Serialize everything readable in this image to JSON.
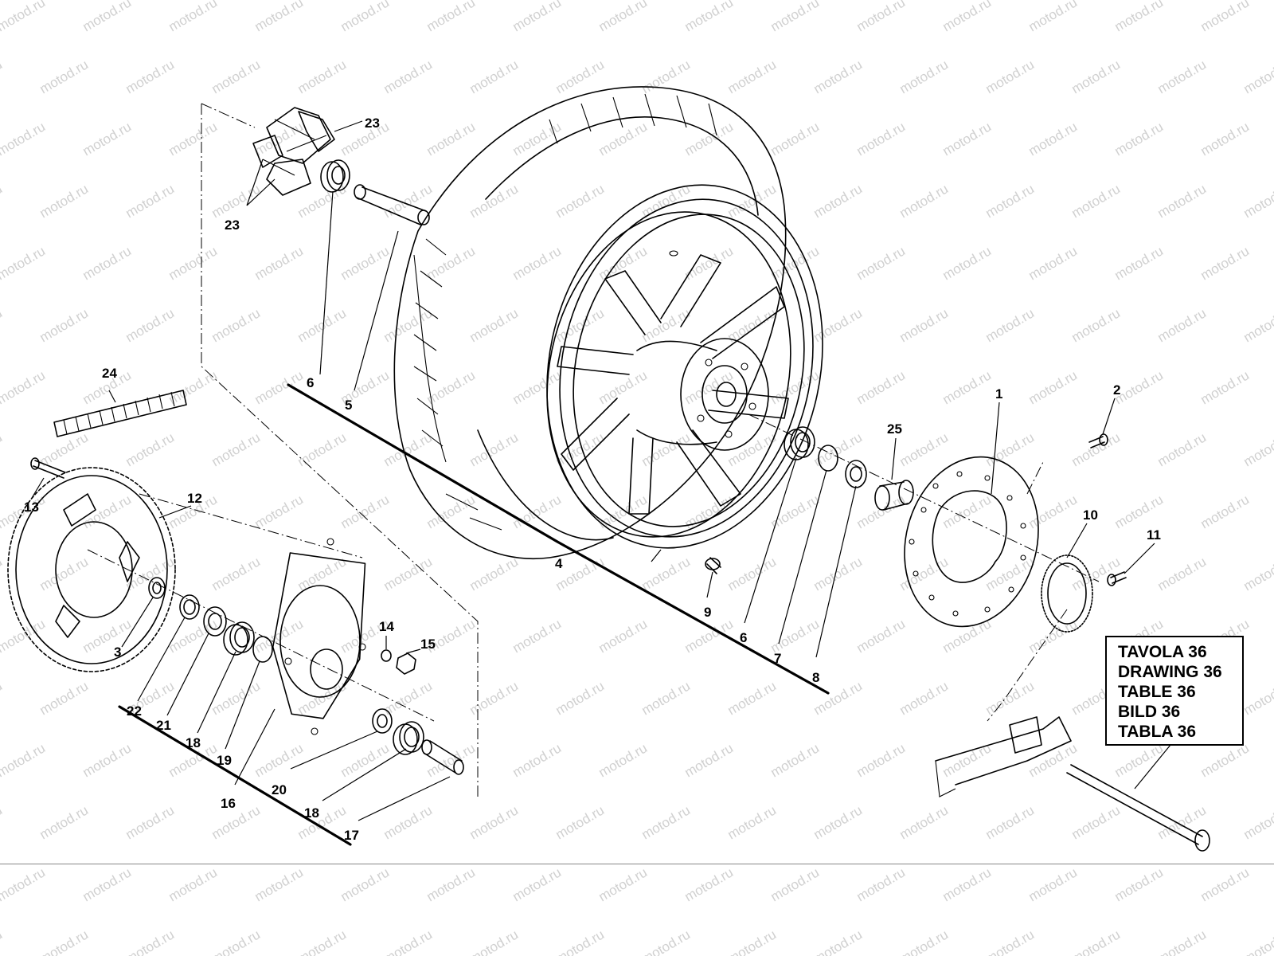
{
  "watermark": "motod.ru",
  "reference_box": {
    "lines": [
      "TAVOLA 36",
      "DRAWING 36",
      "TABLE 36",
      "BILD 36",
      "TABLA 36"
    ]
  },
  "callouts": [
    "23",
    "23",
    "6",
    "5",
    "24",
    "13",
    "12",
    "3",
    "22",
    "21",
    "18",
    "19",
    "16",
    "14",
    "15",
    "20",
    "18",
    "17",
    "4",
    "9",
    "6",
    "7",
    "8",
    "25",
    "1",
    "2",
    "10",
    "11"
  ]
}
